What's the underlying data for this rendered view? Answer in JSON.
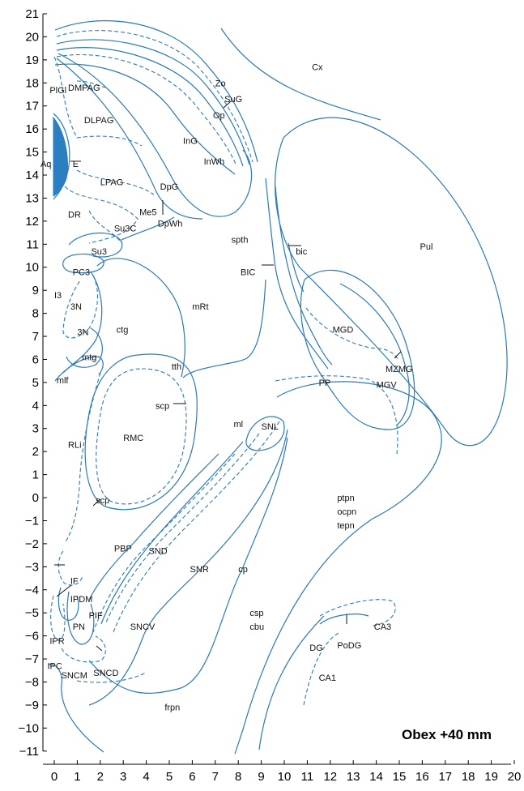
{
  "title": "Obex  +40 mm",
  "colors": {
    "line": "#2a7ab8",
    "aqueduct_fill": "#2b7fc0",
    "axis": "#000000"
  },
  "y_ticks": [
    "21",
    "20",
    "19",
    "18",
    "17",
    "16",
    "15",
    "14",
    "13",
    "12",
    "11",
    "10",
    "9",
    "8",
    "7",
    "6",
    "5",
    "4",
    "3",
    "2",
    "1",
    "0",
    "−1",
    "−2",
    "−3",
    "−4",
    "−5",
    "−6",
    "−7",
    "−8",
    "−9",
    "−10",
    "−11"
  ],
  "x_ticks": [
    "0",
    "1",
    "2",
    "3",
    "4",
    "5",
    "6",
    "7",
    "8",
    "9",
    "10",
    "11",
    "12",
    "13",
    "14",
    "15",
    "16",
    "17",
    "18",
    "19",
    "20"
  ],
  "labels": [
    {
      "key": "cx",
      "text": "Cx",
      "x": 11.2,
      "y": 18.7
    },
    {
      "key": "plgi",
      "text": "PlGl",
      "x": -0.2,
      "y": 17.7
    },
    {
      "key": "dmpag",
      "text": "DMPAG",
      "x": 0.6,
      "y": 17.8
    },
    {
      "key": "zo",
      "text": "Zo",
      "x": 7.0,
      "y": 18.0
    },
    {
      "key": "sug",
      "text": "SuG",
      "x": 7.4,
      "y": 17.3
    },
    {
      "key": "op",
      "text": "Op",
      "x": 6.9,
      "y": 16.6
    },
    {
      "key": "dlpag",
      "text": "DLPAG",
      "x": 1.3,
      "y": 16.4
    },
    {
      "key": "ing",
      "text": "InG",
      "x": 5.6,
      "y": 15.5
    },
    {
      "key": "aq",
      "text": "Aq",
      "x": -0.6,
      "y": 14.5
    },
    {
      "key": "e",
      "text": "E",
      "x": 0.8,
      "y": 14.5
    },
    {
      "key": "inwh",
      "text": "InWh",
      "x": 6.5,
      "y": 14.6
    },
    {
      "key": "lpag",
      "text": "LPAG",
      "x": 2.0,
      "y": 13.7
    },
    {
      "key": "dpg",
      "text": "DpG",
      "x": 4.6,
      "y": 13.5
    },
    {
      "key": "me5",
      "text": "Me5",
      "x": 3.7,
      "y": 12.4
    },
    {
      "key": "dpwh",
      "text": "DpWh",
      "x": 4.5,
      "y": 11.9
    },
    {
      "key": "dr",
      "text": "DR",
      "x": 0.6,
      "y": 12.3
    },
    {
      "key": "su3c",
      "text": "Su3C",
      "x": 2.6,
      "y": 11.7
    },
    {
      "key": "spth",
      "text": "spth",
      "x": 7.7,
      "y": 11.2
    },
    {
      "key": "pul",
      "text": "Pul",
      "x": 15.9,
      "y": 10.9
    },
    {
      "key": "bic",
      "text": "bic",
      "x": 10.5,
      "y": 10.7
    },
    {
      "key": "su3",
      "text": "Su3",
      "x": 1.6,
      "y": 10.7
    },
    {
      "key": "bic_upper",
      "text": "BIC",
      "x": 8.1,
      "y": 9.8
    },
    {
      "key": "pc3",
      "text": "PC3",
      "x": 0.8,
      "y": 9.8
    },
    {
      "key": "i3",
      "text": "I3",
      "x": 0.0,
      "y": 8.8
    },
    {
      "key": "3n_a",
      "text": "3N",
      "x": 0.7,
      "y": 8.3
    },
    {
      "key": "mrt",
      "text": "mRt",
      "x": 6.0,
      "y": 8.3
    },
    {
      "key": "mgd",
      "text": "MGD",
      "x": 12.1,
      "y": 7.3
    },
    {
      "key": "ctg",
      "text": "ctg",
      "x": 2.7,
      "y": 7.3
    },
    {
      "key": "3n_b",
      "text": "3N",
      "x": 1.0,
      "y": 7.2
    },
    {
      "key": "mtg",
      "text": "mtg",
      "x": 1.2,
      "y": 6.1
    },
    {
      "key": "mzmg",
      "text": "MZMG",
      "x": 14.4,
      "y": 5.6
    },
    {
      "key": "tth",
      "text": "tth",
      "x": 5.1,
      "y": 5.7
    },
    {
      "key": "mlf",
      "text": "mlf",
      "x": 0.1,
      "y": 5.1
    },
    {
      "key": "pp",
      "text": "PP",
      "x": 11.5,
      "y": 5.0
    },
    {
      "key": "mgv",
      "text": "MGV",
      "x": 14.0,
      "y": 4.9
    },
    {
      "key": "scp_upper",
      "text": "scp",
      "x": 4.4,
      "y": 4.0
    },
    {
      "key": "ml",
      "text": "ml",
      "x": 7.8,
      "y": 3.2
    },
    {
      "key": "snl",
      "text": "SNL",
      "x": 9.0,
      "y": 3.1
    },
    {
      "key": "rmc",
      "text": "RMC",
      "x": 3.0,
      "y": 2.6
    },
    {
      "key": "rli",
      "text": "RLi",
      "x": 0.6,
      "y": 2.3
    },
    {
      "key": "scp_lower",
      "text": "scp",
      "x": 1.8,
      "y": -0.1
    },
    {
      "key": "ptpn",
      "text": "ptpn",
      "x": 12.3,
      "y": 0.0
    },
    {
      "key": "ocpn",
      "text": "ocpn",
      "x": 12.3,
      "y": -0.6
    },
    {
      "key": "tepn",
      "text": "tepn",
      "x": 12.3,
      "y": -1.2
    },
    {
      "key": "pbp",
      "text": "PBP",
      "x": 2.6,
      "y": -2.2
    },
    {
      "key": "snd",
      "text": "SND",
      "x": 4.1,
      "y": -2.3
    },
    {
      "key": "snr",
      "text": "SNR",
      "x": 5.9,
      "y": -3.1
    },
    {
      "key": "cp",
      "text": "cp",
      "x": 8.0,
      "y": -3.1
    },
    {
      "key": "if",
      "text": "IF",
      "x": 0.7,
      "y": -3.6
    },
    {
      "key": "ipdm",
      "text": "IPDM",
      "x": 0.7,
      "y": -4.4
    },
    {
      "key": "pif",
      "text": "PIF",
      "x": 1.5,
      "y": -5.1
    },
    {
      "key": "csp",
      "text": "csp",
      "x": 8.5,
      "y": -5.0
    },
    {
      "key": "cbu",
      "text": "cbu",
      "x": 8.5,
      "y": -5.6
    },
    {
      "key": "pn",
      "text": "PN",
      "x": 0.8,
      "y": -5.6
    },
    {
      "key": "sncv",
      "text": "SNCV",
      "x": 3.3,
      "y": -5.6
    },
    {
      "key": "ca3",
      "text": "CA3",
      "x": 13.9,
      "y": -5.6
    },
    {
      "key": "ipr",
      "text": "IPR",
      "x": -0.2,
      "y": -6.2
    },
    {
      "key": "podg",
      "text": "PoDG",
      "x": 12.3,
      "y": -6.4
    },
    {
      "key": "dg",
      "text": "DG",
      "x": 11.1,
      "y": -6.5
    },
    {
      "key": "ipc",
      "text": "IPC",
      "x": -0.3,
      "y": -7.3
    },
    {
      "key": "sncm",
      "text": "SNCM",
      "x": 0.3,
      "y": -7.7
    },
    {
      "key": "sncd",
      "text": "SNCD",
      "x": 1.7,
      "y": -7.6
    },
    {
      "key": "ca1",
      "text": "CA1",
      "x": 11.5,
      "y": -7.8
    },
    {
      "key": "frpn",
      "text": "frpn",
      "x": 4.8,
      "y": -9.1
    }
  ]
}
